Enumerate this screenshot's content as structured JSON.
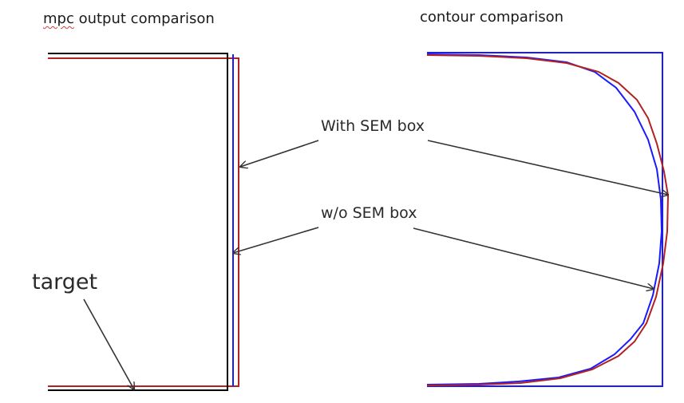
{
  "panels": {
    "left_title_prefix": "mpc",
    "left_title_rest": " output comparison",
    "right_title": "contour comparison"
  },
  "annotations": {
    "with_sem_box": "With SEM box",
    "without_sem_box": "w/o SEM box",
    "target": "target"
  },
  "colors": {
    "target": "#000000",
    "with_sem_box": "#b22222",
    "without_sem_box": "#1a1aff",
    "arrow": "#333333"
  }
}
